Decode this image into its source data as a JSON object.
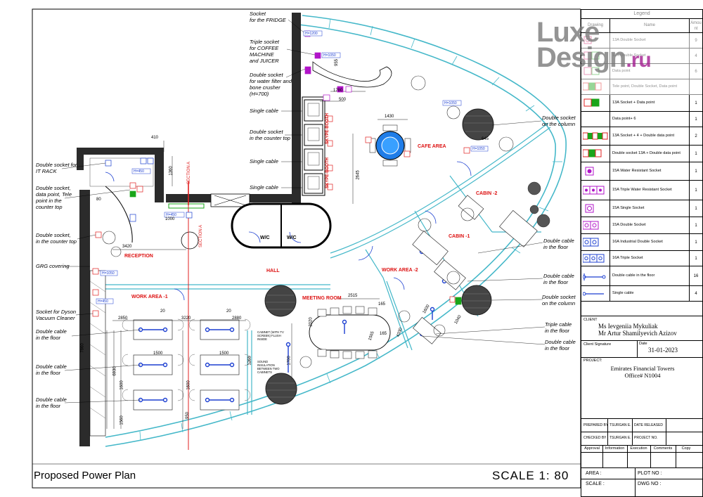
{
  "notes": {
    "fridge": [
      "Socket",
      "for the FRIDGE"
    ],
    "coffee": [
      "Triple socket",
      "for COFFEE",
      "MACHINE",
      "and JUICER"
    ],
    "filter": [
      "Double socket",
      "for water filter and",
      "bone crusher",
      "(H=700)"
    ],
    "single1": "Single cable",
    "counter": [
      "Double socket",
      "in the counter top"
    ],
    "single2": "Single cable",
    "single3": "Single cable",
    "itrack": [
      "Double socket for",
      "IT RACK"
    ],
    "dataTele": [
      "Double socket,",
      "data point, Tele",
      "point in the",
      "counter top"
    ],
    "counter2": [
      "Double socket,",
      "in the counter top"
    ],
    "grg": "GRG covering",
    "dyson": [
      "Socket for Dyson",
      "Vacuum Cleaner"
    ],
    "floor1": [
      "Double  cable",
      "in the floor"
    ],
    "floor2": [
      "Double  cable",
      "in the floor"
    ],
    "floor3": [
      "Double  cable",
      "in the floor"
    ],
    "column1": [
      "Double socket",
      "on the column"
    ],
    "rfloor1": [
      "Double  cable",
      "in the floor"
    ],
    "rfloor2": [
      "Double  cable",
      "in the floor"
    ],
    "column2": [
      "Double socket",
      "on the column"
    ],
    "triple": [
      "Triple  cable",
      "in the floor"
    ],
    "rfloor3": [
      "Double  cable",
      "in the floor"
    ]
  },
  "rooms": {
    "cafe": "CAFE AREA",
    "cabin2": "CABIN -2",
    "cabin1": "CABIN -1",
    "reception": "RECEPTION",
    "hall": "HALL",
    "work2": "WORK AREA -2",
    "work1": "WORK AREA -1",
    "meeting": "MEETING ROOM",
    "skype1": "SKYPE-BOOTH",
    "skype2": "SKYPE-BOOTH",
    "wc1": "W/C",
    "wc2": "W/C",
    "section": "SECTION A",
    "section2": "SECTION A"
  },
  "dims": [
    "1430",
    "2645",
    "645",
    "410",
    "1360",
    "80",
    "1000",
    "3420",
    "1780",
    "500",
    "955",
    "2880",
    "20",
    "20",
    "2850",
    "3220",
    "1500",
    "1500",
    "7860",
    "6930",
    "1600",
    "1600",
    "1560",
    "2515",
    "165",
    "165",
    "1040",
    "1600",
    "1565",
    "4330",
    "2020",
    "1265",
    "1700",
    "950"
  ],
  "small_labels": [
    "H=1200",
    "H=1050",
    "H=1050",
    "H=1050",
    "H=450",
    "H=450",
    "H=1050",
    "H=450"
  ],
  "cabinet_note": [
    "CABINET (WITH TV",
    "SCREEN) FLUSH",
    "INSIDE"
  ],
  "insulation_note": [
    "SOUND",
    "INSULATION",
    "BETWEEN TWO",
    "CABINETS"
  ],
  "legend": {
    "title": "Legend",
    "headers": {
      "drawing": "Drawing",
      "name": "Name",
      "amount": "Amou nt"
    },
    "rows": [
      {
        "name": "13A Double Socket",
        "amount": "9",
        "faded": true,
        "icon": "pink-single"
      },
      {
        "name": "13A Double Socket",
        "amount": "4",
        "faded": true,
        "icon": "pink-double"
      },
      {
        "name": "Data point",
        "amount": "6",
        "faded": true,
        "icon": "pink-double"
      },
      {
        "name": "Tele point, Double Socket, Data point",
        "amount": "",
        "faded": true,
        "icon": "strip"
      },
      {
        "name": "13A Socket  + Data point",
        "amount": "1",
        "faded": false,
        "icon": "red-green"
      },
      {
        "name": "Data point+ 6",
        "amount": "1",
        "faded": false,
        "icon": "blank"
      },
      {
        "name": "13A Socket  + 4 + Double data point",
        "amount": "2",
        "faded": false,
        "icon": "long-strip"
      },
      {
        "name": "Double socket 13A + Double data point",
        "amount": "1",
        "faded": false,
        "icon": "strip"
      },
      {
        "name": "15A Water Resistant Socket",
        "amount": "1",
        "faded": false,
        "icon": "purple-single"
      },
      {
        "name": "15A Triple Water Resistant Socket",
        "amount": "1",
        "faded": false,
        "icon": "purple-triple"
      },
      {
        "name": "15A Single Socket",
        "amount": "1",
        "faded": false,
        "icon": "purple-box"
      },
      {
        "name": "15A Double Socket",
        "amount": "1",
        "faded": false,
        "icon": "purple-double"
      },
      {
        "name": "16A Industrial Double Socket",
        "amount": "1",
        "faded": false,
        "icon": "blue-double"
      },
      {
        "name": "16A Triple Socket",
        "amount": "1",
        "faded": false,
        "icon": "blue-triple"
      },
      {
        "name": "Double cable in the floor",
        "amount": "16",
        "faded": false,
        "icon": "cable-double"
      },
      {
        "name": "Single cable",
        "amount": "4",
        "faded": false,
        "icon": "cable-single"
      }
    ]
  },
  "logo": {
    "word": "Luxe",
    "word2": "Design",
    "suffix": ".ru"
  },
  "titleblock": {
    "client_label": "CLIENT",
    "client_names": [
      "Ms Ievgeniia Mykuliak",
      "Mr Artur Shamilyevich Azizov"
    ],
    "signature_label": "Client Signature",
    "date_label": "Date",
    "date": "31-01-2023",
    "project_label": "PROJECT:",
    "project": [
      "Emirates Financial Towers",
      "Office# N1004"
    ],
    "prepared_label": "PREPARED BY",
    "prepared_by": "TSURGAN E.",
    "released_label": "DATE RELEASED",
    "checked_label": "CHECKED BY",
    "checked_by": "TSURGAN E.",
    "projno_label": "PROJECT NO.",
    "cols": [
      "Approval",
      "Information",
      "Execution",
      "Comments",
      "Copy"
    ],
    "area_label": "AREA :",
    "plot_label": "PLOT NO :",
    "scale_label": "SCALE :",
    "dwg_label": "DWG NO :"
  },
  "sheet_title": "Proposed Power Plan",
  "scale": "SCALE  1: 80",
  "colors": {
    "wall": "#2b2b2b",
    "glass": "#45b8c9",
    "red": "#e02020",
    "blue": "#1c3fd1",
    "purple": "#b114c9",
    "green": "#1aa51a"
  }
}
